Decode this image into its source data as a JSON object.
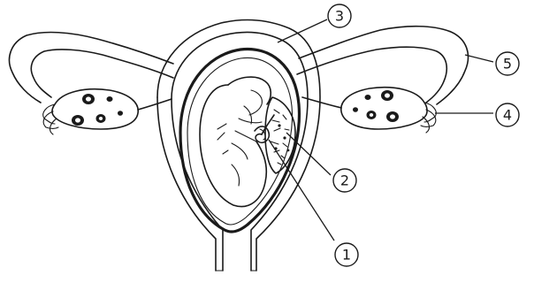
{
  "callouts": [
    {
      "id": "1",
      "text": "1"
    },
    {
      "id": "2",
      "text": "2"
    },
    {
      "id": "3",
      "text": "3"
    },
    {
      "id": "4",
      "text": "4"
    },
    {
      "id": "5",
      "text": "5"
    }
  ],
  "colors": {
    "line": "#1a1a1a",
    "background": "#ffffff"
  }
}
